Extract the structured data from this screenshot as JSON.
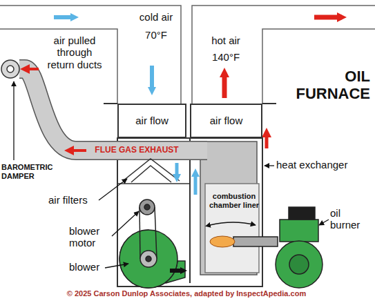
{
  "diagram": {
    "nodes": [
      {
        "text": [
          "air flow"
        ]
      },
      {
        "text": [
          "air flow"
        ]
      },
      {
        "text": [
          "FLUE GAS EXHAUST"
        ]
      },
      {
        "text": [
          "combustion chamber liner"
        ]
      }
    ],
    "labels": [
      "cold air",
      "70°F",
      "air pulled through return ducts",
      "hot air",
      "140°F",
      "OIL FURNACE",
      "BAROMETRIC DAMPER",
      "heat exchanger",
      "air filters",
      "blower motor",
      "blower",
      "oil burner",
      "© 2025 Carson Dunlop Associates, adapted by InspectApedia.com"
    ]
  }
}
